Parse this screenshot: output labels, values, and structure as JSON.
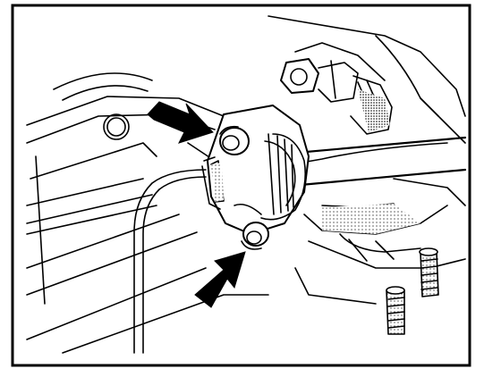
{
  "figure": {
    "kind": "technical-line-drawing",
    "colors": {
      "ink": "#000000",
      "paper": "#ffffff",
      "halftone": "#000000"
    },
    "callouts": [
      {
        "name": "arrow-upper-bolt",
        "points_to": "upper-clamp-bolt"
      },
      {
        "name": "arrow-lower-bolt",
        "points_to": "lower-clamp-bolt"
      }
    ]
  }
}
